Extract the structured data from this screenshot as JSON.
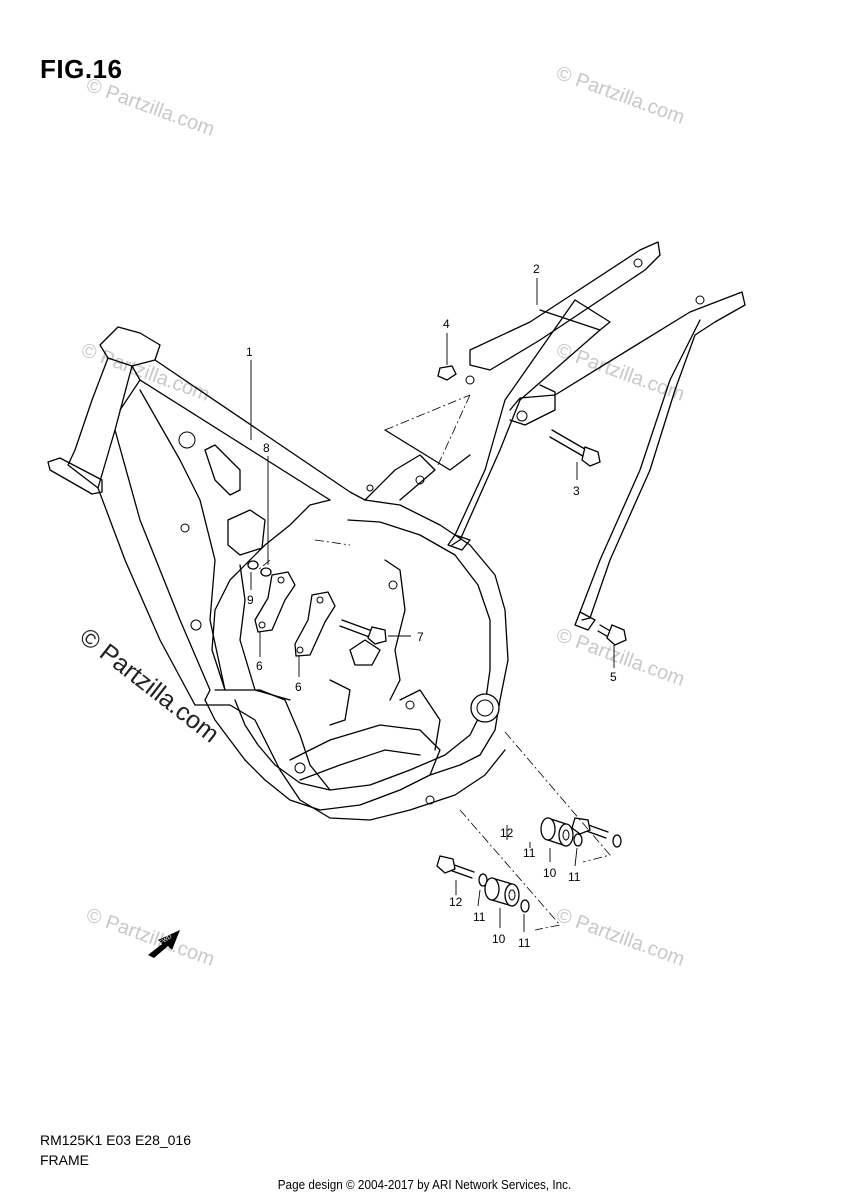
{
  "figure": {
    "title": "FIG.16"
  },
  "callouts": [
    {
      "id": "c1",
      "label": "1"
    },
    {
      "id": "c2",
      "label": "2"
    },
    {
      "id": "c3",
      "label": "3"
    },
    {
      "id": "c4",
      "label": "4"
    },
    {
      "id": "c5",
      "label": "5"
    },
    {
      "id": "c6a",
      "label": "6"
    },
    {
      "id": "c6b",
      "label": "6"
    },
    {
      "id": "c7",
      "label": "7"
    },
    {
      "id": "c8",
      "label": "8"
    },
    {
      "id": "c9",
      "label": "9"
    },
    {
      "id": "c10a",
      "label": "10"
    },
    {
      "id": "c10b",
      "label": "10"
    },
    {
      "id": "c11a",
      "label": "11"
    },
    {
      "id": "c11b",
      "label": "11"
    },
    {
      "id": "c11c",
      "label": "11"
    },
    {
      "id": "c11d",
      "label": "11"
    },
    {
      "id": "c12a",
      "label": "12"
    },
    {
      "id": "c12b",
      "label": "12"
    }
  ],
  "watermarks": {
    "small": "© Partzilla.com",
    "large": "© Partzilla.com"
  },
  "fwd_label": "FWD",
  "footer": {
    "code": "RM125K1 E03 E28_016",
    "name": "FRAME",
    "credit": "Page design © 2004-2017 by ARI Network Services, Inc."
  }
}
